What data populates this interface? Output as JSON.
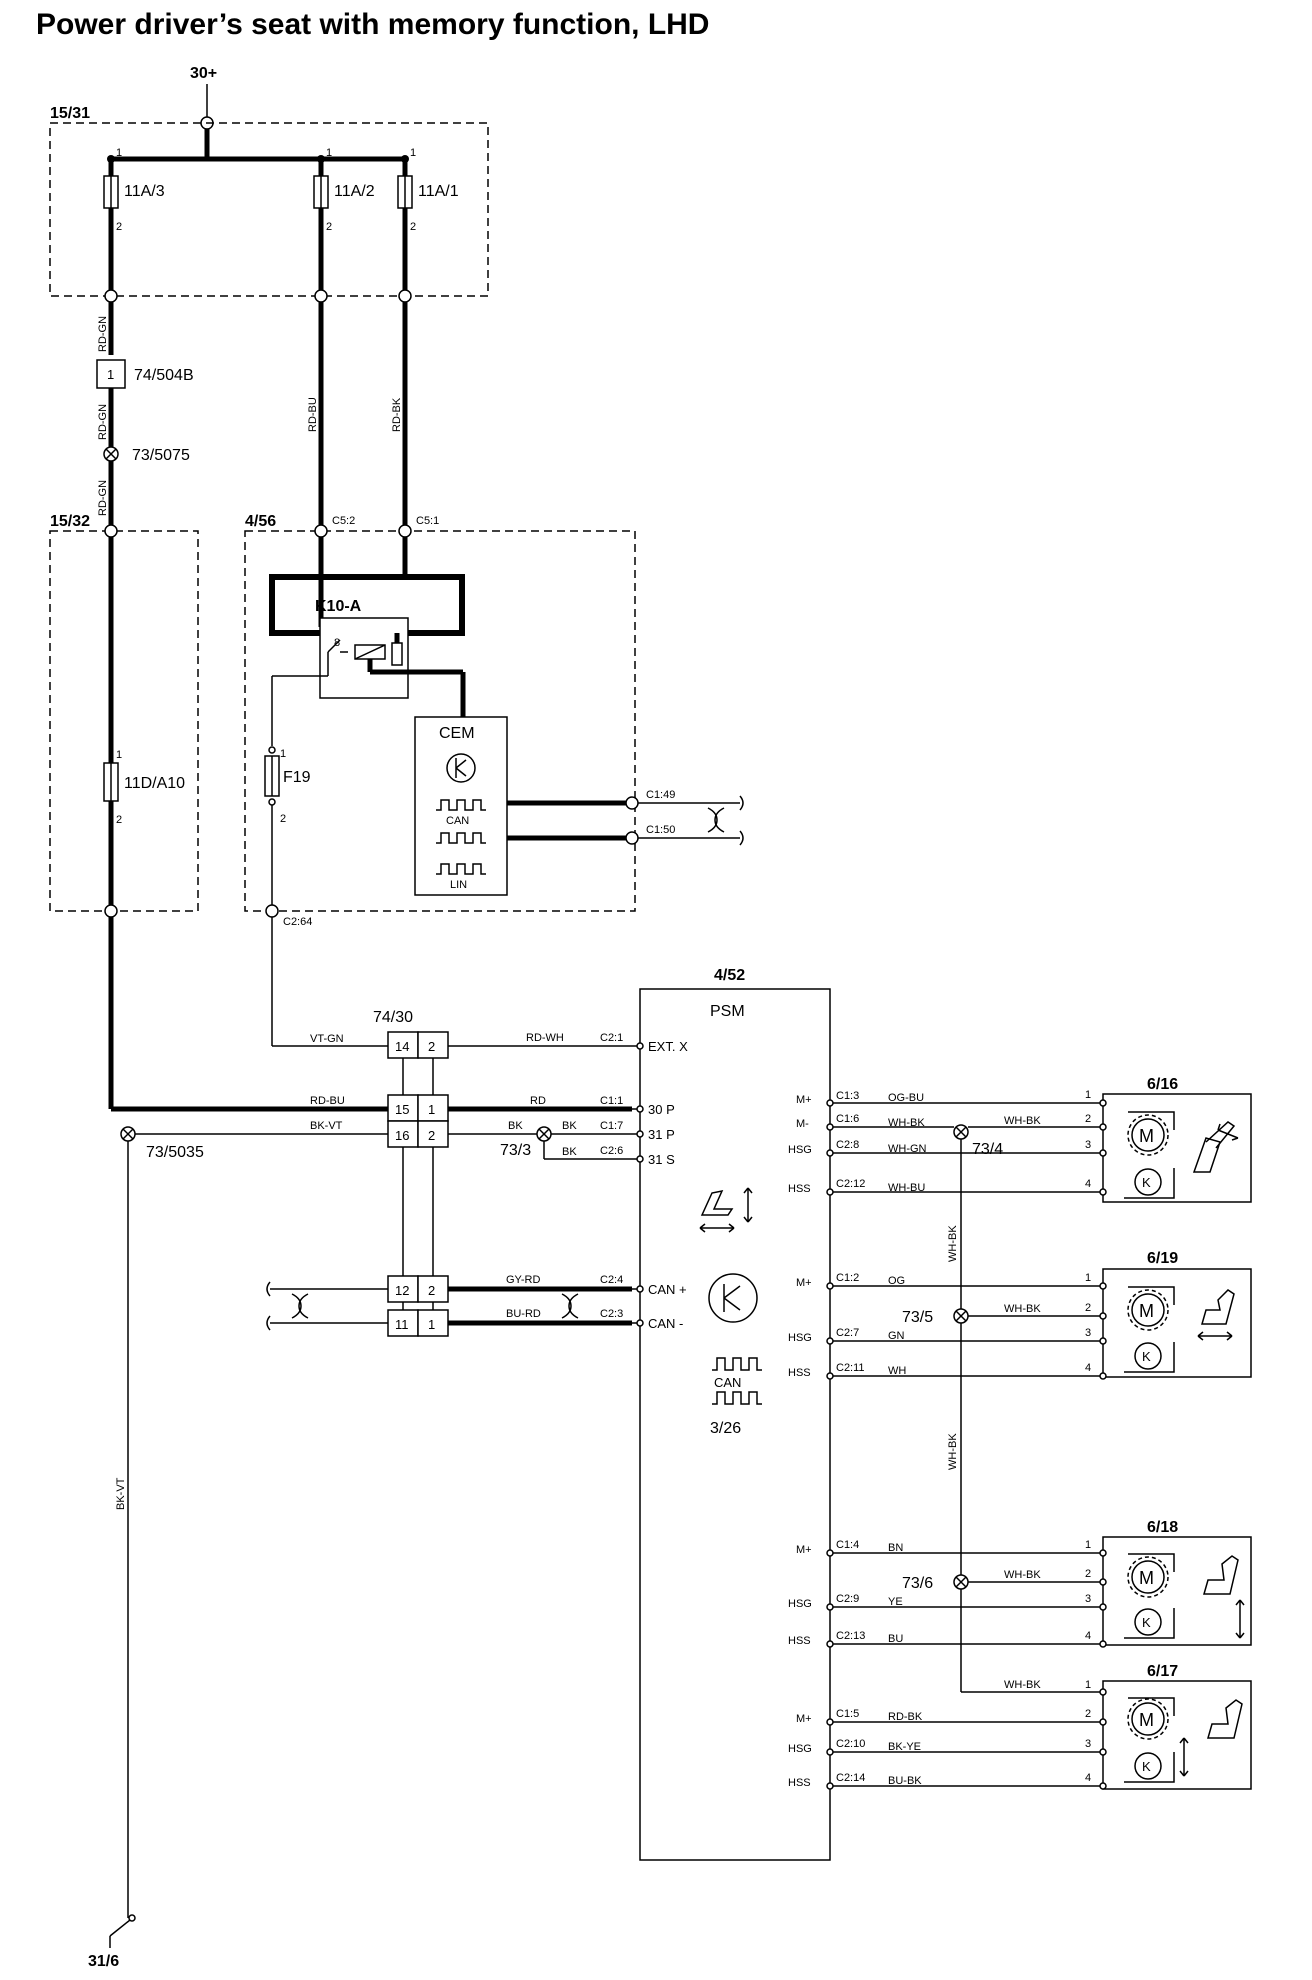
{
  "title": "Power driver’s seat with memory function, LHD",
  "supply": "30+",
  "ground": "31/6",
  "zones": {
    "z1531": "15/31",
    "z1532": "15/32",
    "z456": "4/56"
  },
  "fuses": {
    "f11a3": {
      "name": "11A/3",
      "pin1": "1",
      "pin2": "2"
    },
    "f11a2": {
      "name": "11A/2",
      "pin1": "1",
      "pin2": "2"
    },
    "f11a1": {
      "name": "11A/1",
      "pin1": "1",
      "pin2": "2"
    },
    "f11d": {
      "name": "11D/A10",
      "pin1": "1",
      "pin2": "2"
    },
    "f19": {
      "name": "F19",
      "pin1": "1",
      "pin2": "2"
    }
  },
  "wires": {
    "rdgn": "RD-GN",
    "rdbu": "RD-BU",
    "rdbk": "RD-BK",
    "vtgn": "VT-GN",
    "bkvt": "BK-VT",
    "rdwh": "RD-WH",
    "rd": "RD",
    "bk": "BK",
    "gyrd": "GY-RD",
    "burd": "BU-RD",
    "whbk": "WH-BK",
    "ogbu": "OG-BU",
    "whgn": "WH-GN",
    "whbu": "WH-BU",
    "og": "OG",
    "gn": "GN",
    "wh": "WH",
    "bn": "BN",
    "ye": "YE",
    "bu": "BU",
    "rdbk2": "RD-BK",
    "bkye": "BK-YE",
    "bubk": "BU-BK"
  },
  "connectors": {
    "c504b": "74/504B",
    "c504b_pin": "1",
    "s5075": "73/5075",
    "s5035": "73/5035",
    "s733": "73/3",
    "s734": "73/4",
    "s735": "73/5",
    "s736": "73/6",
    "c52": "C5:2",
    "c51": "C5:1",
    "c264": "C2:64",
    "c149": "C1:49",
    "c150": "C1:50",
    "c7430": "74/30"
  },
  "relay": {
    "name": "K10-A",
    "contact": "8"
  },
  "cem": {
    "name": "CEM",
    "can": "CAN",
    "lin": "LIN"
  },
  "block7430": [
    {
      "left": "14",
      "right": "2"
    },
    {
      "left": "15",
      "right": "1"
    },
    {
      "left": "16",
      "right": "2"
    },
    {
      "left": "12",
      "right": "2"
    },
    {
      "left": "11",
      "right": "1"
    }
  ],
  "psm": {
    "ref": "4/52",
    "name": "PSM",
    "module": "3/26",
    "can": "CAN",
    "left_pins": [
      {
        "conn": "C2:1",
        "label": "EXT. X"
      },
      {
        "conn": "C1:1",
        "label": "30 P"
      },
      {
        "conn": "C1:7",
        "label": "31 P"
      },
      {
        "conn": "C2:6",
        "label": "31 S"
      },
      {
        "conn": "C2:4",
        "label": "CAN +"
      },
      {
        "conn": "C2:3",
        "label": "CAN -"
      }
    ],
    "right_pins": {
      "m616": [
        {
          "fn": "M+",
          "conn": "C1:3",
          "wire": "OG-BU",
          "pin": "1"
        },
        {
          "fn": "M-",
          "conn": "C1:6",
          "wire": "WH-BK",
          "pin": "2"
        },
        {
          "fn": "HSG",
          "conn": "C2:8",
          "wire": "WH-GN",
          "pin": "3"
        },
        {
          "fn": "HSS",
          "conn": "C2:12",
          "wire": "WH-BU",
          "pin": "4"
        }
      ],
      "m619": [
        {
          "fn": "M+",
          "conn": "C1:2",
          "wire": "OG",
          "pin": "1"
        },
        {
          "fn": "",
          "conn": "",
          "wire": "WH-BK",
          "pin": "2"
        },
        {
          "fn": "HSG",
          "conn": "C2:7",
          "wire": "GN",
          "pin": "3"
        },
        {
          "fn": "HSS",
          "conn": "C2:11",
          "wire": "WH",
          "pin": "4"
        }
      ],
      "m618": [
        {
          "fn": "M+",
          "conn": "C1:4",
          "wire": "BN",
          "pin": "1"
        },
        {
          "fn": "",
          "conn": "",
          "wire": "WH-BK",
          "pin": "2"
        },
        {
          "fn": "HSG",
          "conn": "C2:9",
          "wire": "YE",
          "pin": "3"
        },
        {
          "fn": "HSS",
          "conn": "C2:13",
          "wire": "BU",
          "pin": "4"
        }
      ],
      "m617": [
        {
          "fn": "",
          "conn": "",
          "wire": "WH-BK",
          "pin": "1"
        },
        {
          "fn": "M+",
          "conn": "C1:5",
          "wire": "RD-BK",
          "pin": "2"
        },
        {
          "fn": "HSG",
          "conn": "C2:10",
          "wire": "BK-YE",
          "pin": "3"
        },
        {
          "fn": "HSS",
          "conn": "C2:14",
          "wire": "BU-BK",
          "pin": "4"
        }
      ]
    }
  },
  "motors": {
    "m616": "6/16",
    "m619": "6/19",
    "m618": "6/18",
    "m617": "6/17",
    "motor_glyph": "M",
    "sensor_glyph": "K"
  }
}
